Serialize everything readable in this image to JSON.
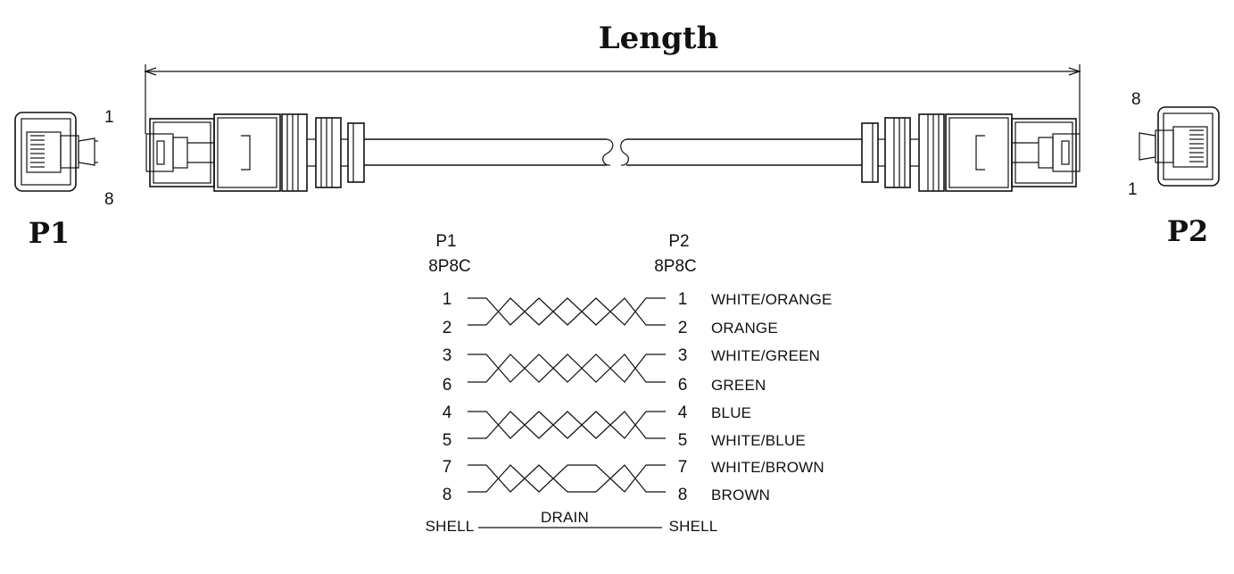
{
  "title": "Length",
  "connectors": {
    "p1": {
      "label": "P1",
      "pin_top": "1",
      "pin_bottom": "8",
      "header_name": "P1",
      "header_type": "8P8C"
    },
    "p2": {
      "label": "P2",
      "pin_top": "8",
      "pin_bottom": "1",
      "header_name": "P2",
      "header_type": "8P8C"
    }
  },
  "wiring": [
    {
      "left": "1",
      "right": "1",
      "name": "WHITE/ORANGE"
    },
    {
      "left": "2",
      "right": "2",
      "name": "ORANGE"
    },
    {
      "left": "3",
      "right": "3",
      "name": "WHITE/GREEN"
    },
    {
      "left": "6",
      "right": "6",
      "name": "GREEN"
    },
    {
      "left": "4",
      "right": "4",
      "name": "BLUE"
    },
    {
      "left": "5",
      "right": "5",
      "name": "WHITE/BLUE"
    },
    {
      "left": "7",
      "right": "7",
      "name": "WHITE/BROWN"
    },
    {
      "left": "8",
      "right": "8",
      "name": "BROWN"
    }
  ],
  "shield": {
    "left": "SHELL",
    "middle": "DRAIN",
    "right": "SHELL"
  }
}
